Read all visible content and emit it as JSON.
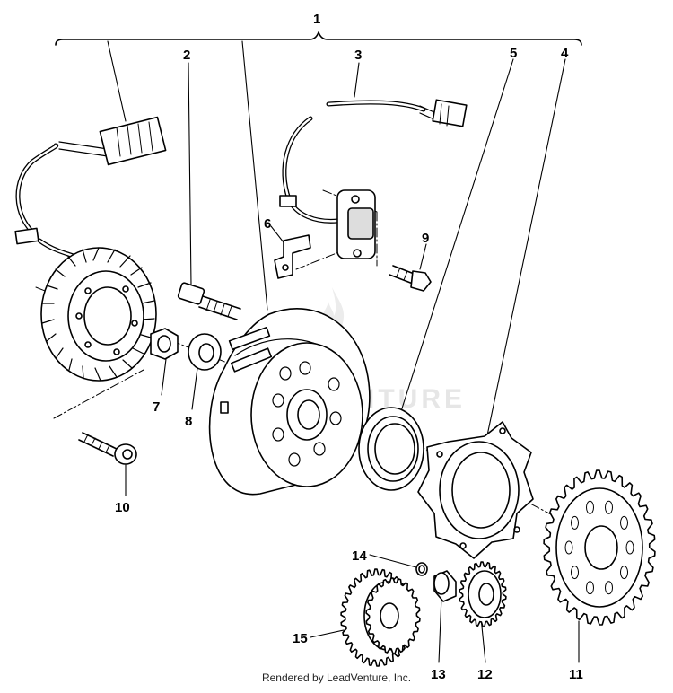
{
  "callouts": {
    "c1": "1",
    "c2": "2",
    "c3": "3",
    "c4": "4",
    "c5": "5",
    "c6": "6",
    "c7": "7",
    "c8": "8",
    "c9": "9",
    "c10": "10",
    "c11": "11",
    "c12": "12",
    "c13": "13",
    "c14": "14",
    "c15": "15"
  },
  "footer": {
    "text": "Rendered by LeadVenture, Inc."
  },
  "watermark": {
    "text": "LEADVENTURE"
  },
  "colors": {
    "line": "#000000",
    "fill": "#ffffff",
    "shade": "#cfcfcf",
    "watermark": "#e6e6e6"
  }
}
